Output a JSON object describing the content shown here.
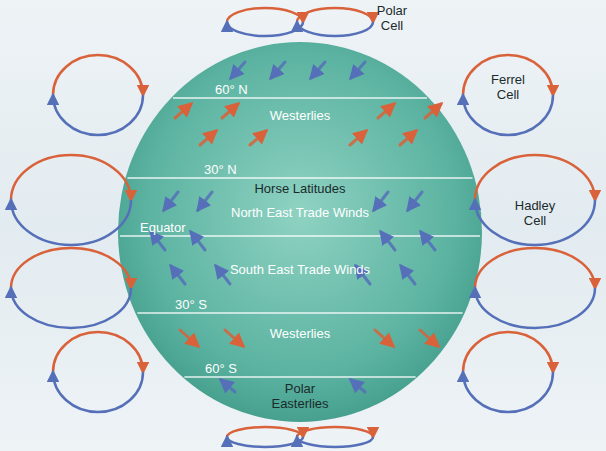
{
  "diagram": {
    "labels": [
      "Polar Cell",
      "Ferrel Cell",
      "60° N",
      "Westerlies",
      "30° N",
      "Horse Latitudes",
      "North East Trade Winds",
      "Hadley Cell",
      "Equator",
      "South East Trade Winds",
      "30° S",
      "Westerlies",
      "60° S",
      "Polar Easterlies"
    ]
  }
}
